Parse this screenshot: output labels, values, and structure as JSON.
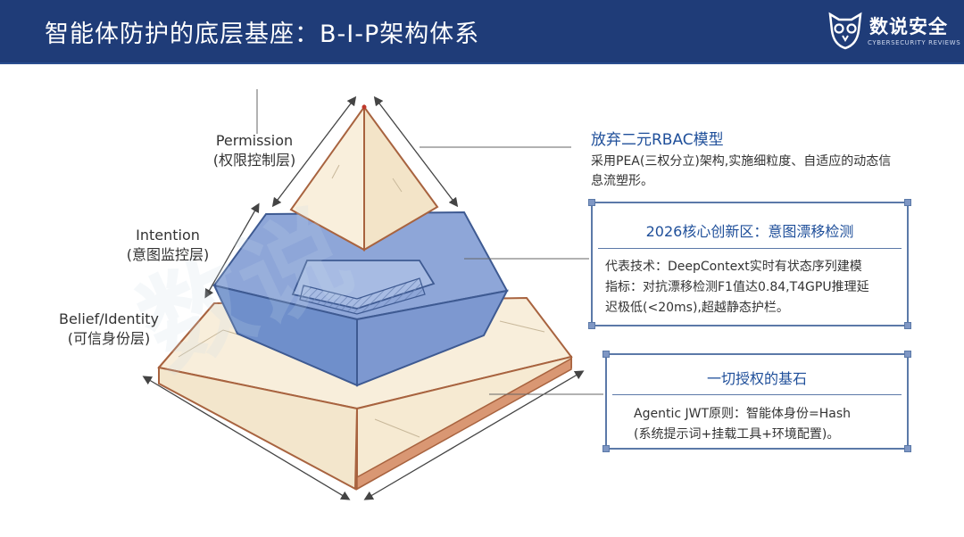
{
  "header": {
    "title": "智能体防护的底层基座：B-I-P架构体系",
    "logo_name": "数说安全",
    "logo_subtitle": "CYBERSECURITY REVIEWS"
  },
  "layers": {
    "permission": {
      "name": "Permission",
      "cn": "(权限控制层)"
    },
    "intention": {
      "name": "Intention",
      "cn": "(意图监控层)"
    },
    "belief": {
      "name": "Belief/Identity",
      "cn": "(可信身份层)"
    }
  },
  "rbac": {
    "heading": "放弃二元RBAC模型",
    "line1": "采用PEA(三权分立)架构,实施细粒度、自适应的动态信",
    "line2": "息流塑形。"
  },
  "innovation": {
    "title": "2026核心创新区：意图漂移检测",
    "line1": "代表技术：DeepContext实时有状态序列建模",
    "line2": "指标：对抗漂移检测F1值达0.84,T4GPU推理延",
    "line3": "迟极低(<20ms),超越静态护栏。"
  },
  "cornerstone": {
    "title": "一切授权的基石",
    "line1": "Agentic JWT原则：智能体身份=Hash",
    "line2": "(系统提示词+挂载工具+环境配置)。"
  },
  "colors": {
    "header_bg": "#1f3c78",
    "accent_blue": "#1f4f9a",
    "cream": "#f6ead2",
    "brown_edge": "#a8633f",
    "mid_blue": "#8ea6d8"
  }
}
